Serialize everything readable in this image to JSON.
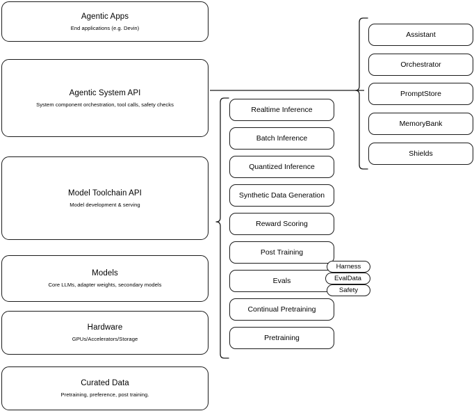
{
  "diagram": {
    "title": "AI Stack Layers Architecture Diagram",
    "type": "layered-block-diagram",
    "stroke_color": "#1a1a1a",
    "background_color": "#ffffff"
  },
  "layers": [
    {
      "title": "Agentic Apps",
      "subtitle": "End applications (e.g. Devin)"
    },
    {
      "title": "Agentic System API",
      "subtitle": "System component orchestration, tool calls, safety checks"
    },
    {
      "title": "Model Toolchain API",
      "subtitle": "Model development & serving"
    },
    {
      "title": "Models",
      "subtitle": "Core LLMs, adapter weights, secondary models"
    },
    {
      "title": "Hardware",
      "subtitle": "GPUs/Accelerators/Storage"
    },
    {
      "title": "Curated Data",
      "subtitle": "Pretraining, preference, post training."
    }
  ],
  "agentic_components": [
    {
      "label": "Assistant"
    },
    {
      "label": "Orchestrator"
    },
    {
      "label": "PromptStore"
    },
    {
      "label": "MemoryBank"
    },
    {
      "label": "Shields"
    }
  ],
  "toolchain_components": [
    {
      "label": "Realtime Inference"
    },
    {
      "label": "Batch Inference"
    },
    {
      "label": "Quantized Inference"
    },
    {
      "label": "Synthetic Data Generation"
    },
    {
      "label": "Reward Scoring"
    },
    {
      "label": "Post Training"
    },
    {
      "label": "Evals"
    },
    {
      "label": "Continual Pretraining"
    },
    {
      "label": "Pretraining"
    }
  ],
  "evals_tags": [
    {
      "label": "Harness"
    },
    {
      "label": "EvalData"
    },
    {
      "label": "Safety"
    }
  ]
}
